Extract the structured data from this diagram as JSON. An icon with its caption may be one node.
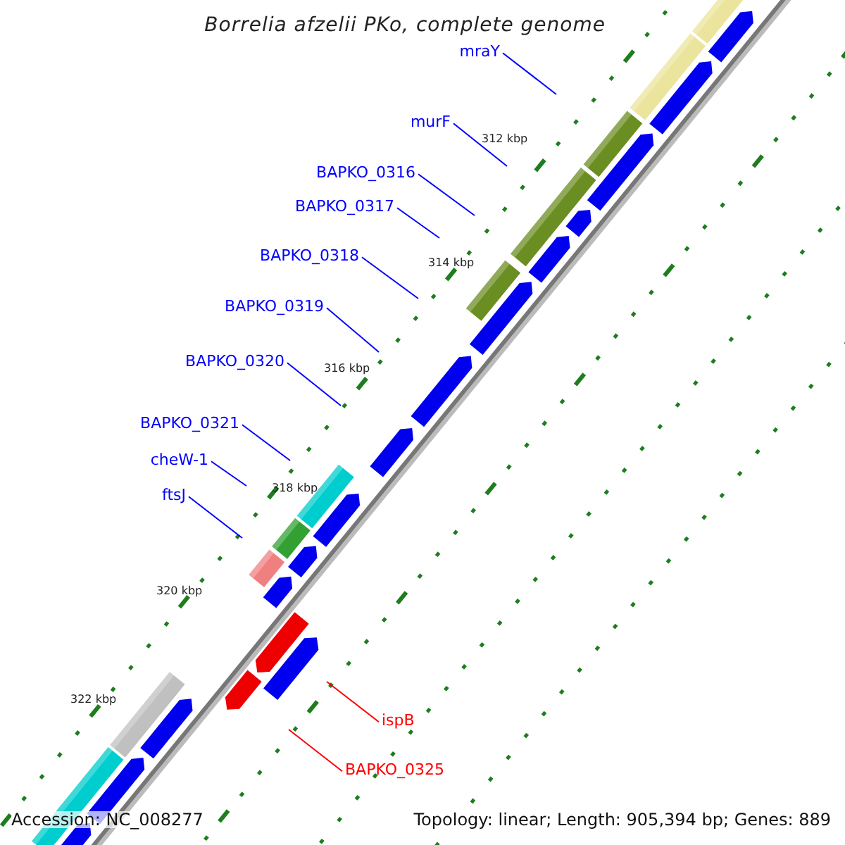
{
  "diagram": {
    "title": "Borrelia afzelii PKo, complete genome",
    "nodes": [
      {
        "text": [
          "mraY"
        ]
      },
      {
        "text": [
          "murF"
        ]
      },
      {
        "text": [
          "BAPKO_0316"
        ]
      },
      {
        "text": [
          "BAPKO_0317"
        ]
      },
      {
        "text": [
          "BAPKO_0318"
        ]
      },
      {
        "text": [
          "BAPKO_0319"
        ]
      },
      {
        "text": [
          "BAPKO_0320"
        ]
      },
      {
        "text": [
          "BAPKO_0321"
        ]
      },
      {
        "text": [
          "cheW-1"
        ]
      },
      {
        "text": [
          "ftsJ"
        ]
      },
      {
        "text": [
          "ispB"
        ]
      },
      {
        "text": [
          "BAPKO_0325"
        ]
      }
    ],
    "edges": [
      {
        "from": 0,
        "to": null,
        "arrow": "none"
      },
      {
        "from": 1,
        "to": null,
        "arrow": "none"
      },
      {
        "from": 2,
        "to": null,
        "arrow": "none"
      },
      {
        "from": 3,
        "to": null,
        "arrow": "none"
      },
      {
        "from": 4,
        "to": null,
        "arrow": "none"
      },
      {
        "from": 5,
        "to": null,
        "arrow": "none"
      },
      {
        "from": 6,
        "to": null,
        "arrow": "none"
      },
      {
        "from": 7,
        "to": null,
        "arrow": "none"
      },
      {
        "from": 8,
        "to": null,
        "arrow": "none"
      },
      {
        "from": 9,
        "to": null,
        "arrow": "none"
      },
      {
        "from": 10,
        "to": null,
        "arrow": "none",
        "color": "#ff0000"
      },
      {
        "from": 11,
        "to": null,
        "arrow": "none",
        "color": "#ff0000"
      }
    ],
    "labels": [
      "312 kbp",
      "314 kbp",
      "316 kbp",
      "318 kbp",
      "320 kbp",
      "322 kbp",
      "Accession: NC_008277",
      "Topology: linear; Length: 905,394 bp; Genes: 889"
    ]
  }
}
